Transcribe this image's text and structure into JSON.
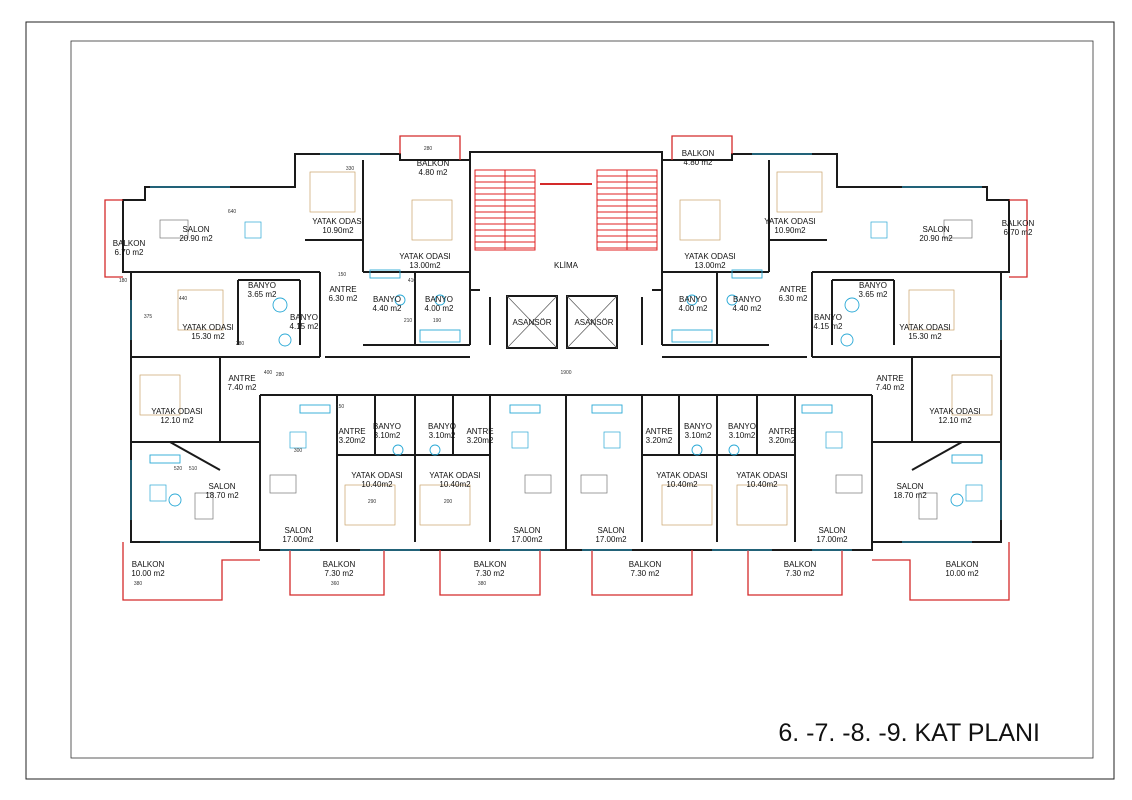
{
  "title": "6. -7. -8. -9. KAT PLANI",
  "rooms": [
    {
      "name": "BALKON",
      "area": "4.80 m2"
    },
    {
      "name": "BALKON",
      "area": "4.80 m2"
    },
    {
      "name": "YATAK ODASI",
      "area": "10.90m2"
    },
    {
      "name": "YATAK ODASI",
      "area": "10.90m2"
    },
    {
      "name": "YATAK ODASI",
      "area": "13.00m2"
    },
    {
      "name": "YATAK ODASI",
      "area": "13.00m2"
    },
    {
      "name": "SALON",
      "area": "20.90 m2"
    },
    {
      "name": "SALON",
      "area": "20.90 m2"
    },
    {
      "name": "BALKON",
      "area": "6.70 m2"
    },
    {
      "name": "BALKON",
      "area": "6.70 m2"
    },
    {
      "name": "BANYO",
      "area": "3.65 m2"
    },
    {
      "name": "BANYO",
      "area": "3.65 m2"
    },
    {
      "name": "BANYO",
      "area": "4.15 m2"
    },
    {
      "name": "BANYO",
      "area": "4.15 m2"
    },
    {
      "name": "ANTRE",
      "area": "6.30 m2"
    },
    {
      "name": "ANTRE",
      "area": "6.30 m2"
    },
    {
      "name": "BANYO",
      "area": "4.40 m2"
    },
    {
      "name": "BANYO",
      "area": "4.40 m2"
    },
    {
      "name": "BANYO",
      "area": "4.00 m2"
    },
    {
      "name": "BANYO",
      "area": "4.00 m2"
    },
    {
      "name": "YATAK ODASI",
      "area": "15.30 m2"
    },
    {
      "name": "YATAK ODASI",
      "area": "15.30 m2"
    },
    {
      "name": "ANTRE",
      "area": "7.40 m2"
    },
    {
      "name": "ANTRE",
      "area": "7.40 m2"
    },
    {
      "name": "YATAK ODASI",
      "area": "12.10 m2"
    },
    {
      "name": "YATAK ODASI",
      "area": "12.10 m2"
    },
    {
      "name": "SALON",
      "area": "18.70 m2"
    },
    {
      "name": "SALON",
      "area": "18.70 m2"
    },
    {
      "name": "BALKON",
      "area": "10.00 m2"
    },
    {
      "name": "BALKON",
      "area": "10.00 m2"
    },
    {
      "name": "ANTRE",
      "area": "3.20m2"
    },
    {
      "name": "ANTRE",
      "area": "3.20m2"
    },
    {
      "name": "ANTRE",
      "area": "3.20m2"
    },
    {
      "name": "ANTRE",
      "area": "3.20m2"
    },
    {
      "name": "BANYO",
      "area": "3.10m2"
    },
    {
      "name": "BANYO",
      "area": "3.10m2"
    },
    {
      "name": "BANYO",
      "area": "3.10m2"
    },
    {
      "name": "BANYO",
      "area": "3.10m2"
    },
    {
      "name": "YATAK ODASI",
      "area": "10.40m2"
    },
    {
      "name": "YATAK ODASI",
      "area": "10.40m2"
    },
    {
      "name": "YATAK ODASI",
      "area": "10.40m2"
    },
    {
      "name": "YATAK ODASI",
      "area": "10.40m2"
    },
    {
      "name": "SALON",
      "area": "17.00m2"
    },
    {
      "name": "SALON",
      "area": "17.00m2"
    },
    {
      "name": "SALON",
      "area": "17.00m2"
    },
    {
      "name": "SALON",
      "area": "17.00m2"
    },
    {
      "name": "BALKON",
      "area": "7.30 m2"
    },
    {
      "name": "BALKON",
      "area": "7.30 m2"
    },
    {
      "name": "BALKON",
      "area": "7.30 m2"
    },
    {
      "name": "BALKON",
      "area": "7.30 m2"
    }
  ],
  "core_labels": [
    "KLİMA",
    "ASANSÖR",
    "ASANSÖR"
  ],
  "dimensions": [
    "280",
    "330",
    "640",
    "180",
    "150",
    "410",
    "210",
    "190",
    "440",
    "520",
    "380",
    "400",
    "510",
    "300",
    "290",
    "360",
    "1900",
    "200",
    "380",
    "375",
    "280",
    "280",
    "150"
  ],
  "colors": {
    "wall": "#1a1a1a",
    "balcony": "#d42a2a",
    "stair": "#e02020",
    "fixture": "#2aa9d6",
    "furniture": "#c9a36a",
    "grid": "#7a7a7a"
  }
}
